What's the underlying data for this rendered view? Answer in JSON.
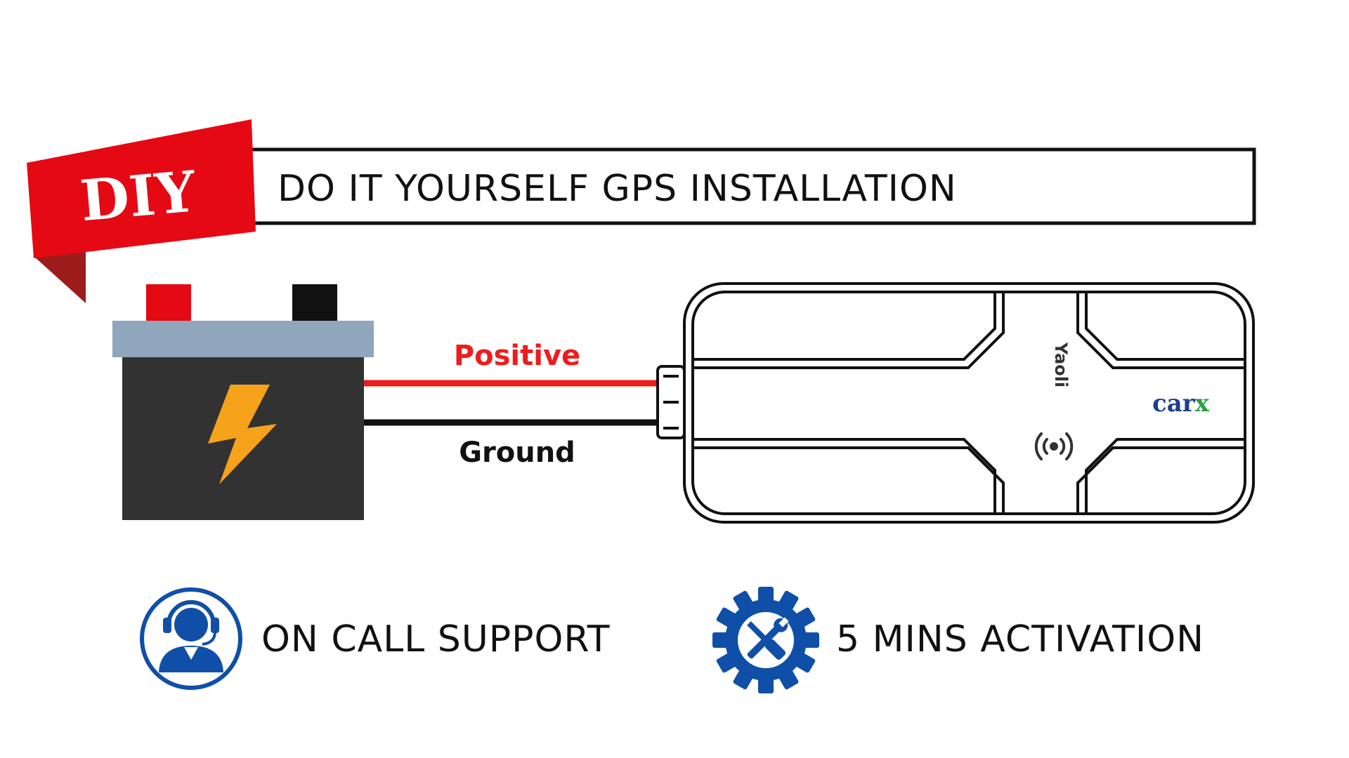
{
  "banner": {
    "badge": "DIY",
    "title": "DO IT YOURSELF GPS INSTALLATION"
  },
  "wires": {
    "positive_label": "Positive",
    "ground_label": "Ground"
  },
  "device": {
    "brand_main": "car",
    "brand_accent": "x",
    "mark": "Yaoli"
  },
  "features": {
    "support": "ON CALL SUPPORT",
    "activation": "5 MINS ACTIVATION"
  },
  "colors": {
    "badge_red": "#e50914",
    "badge_fold": "#9e1b1b",
    "positive_wire": "#ee1c1c",
    "ground_wire": "#111111",
    "battery_body": "#323232",
    "battery_lid": "#8fa6bd",
    "terminal_positive": "#e50914",
    "terminal_negative": "#111111",
    "bolt": "#f7a21b",
    "icon_blue": "#0f4fa8",
    "brand_blue": "#1b3f8f",
    "brand_green": "#2e9e3e"
  },
  "icons": {
    "support": "headset-agent-icon",
    "activation": "gear-tools-icon",
    "bolt": "lightning-bolt-icon",
    "signal": "signal-icon"
  }
}
